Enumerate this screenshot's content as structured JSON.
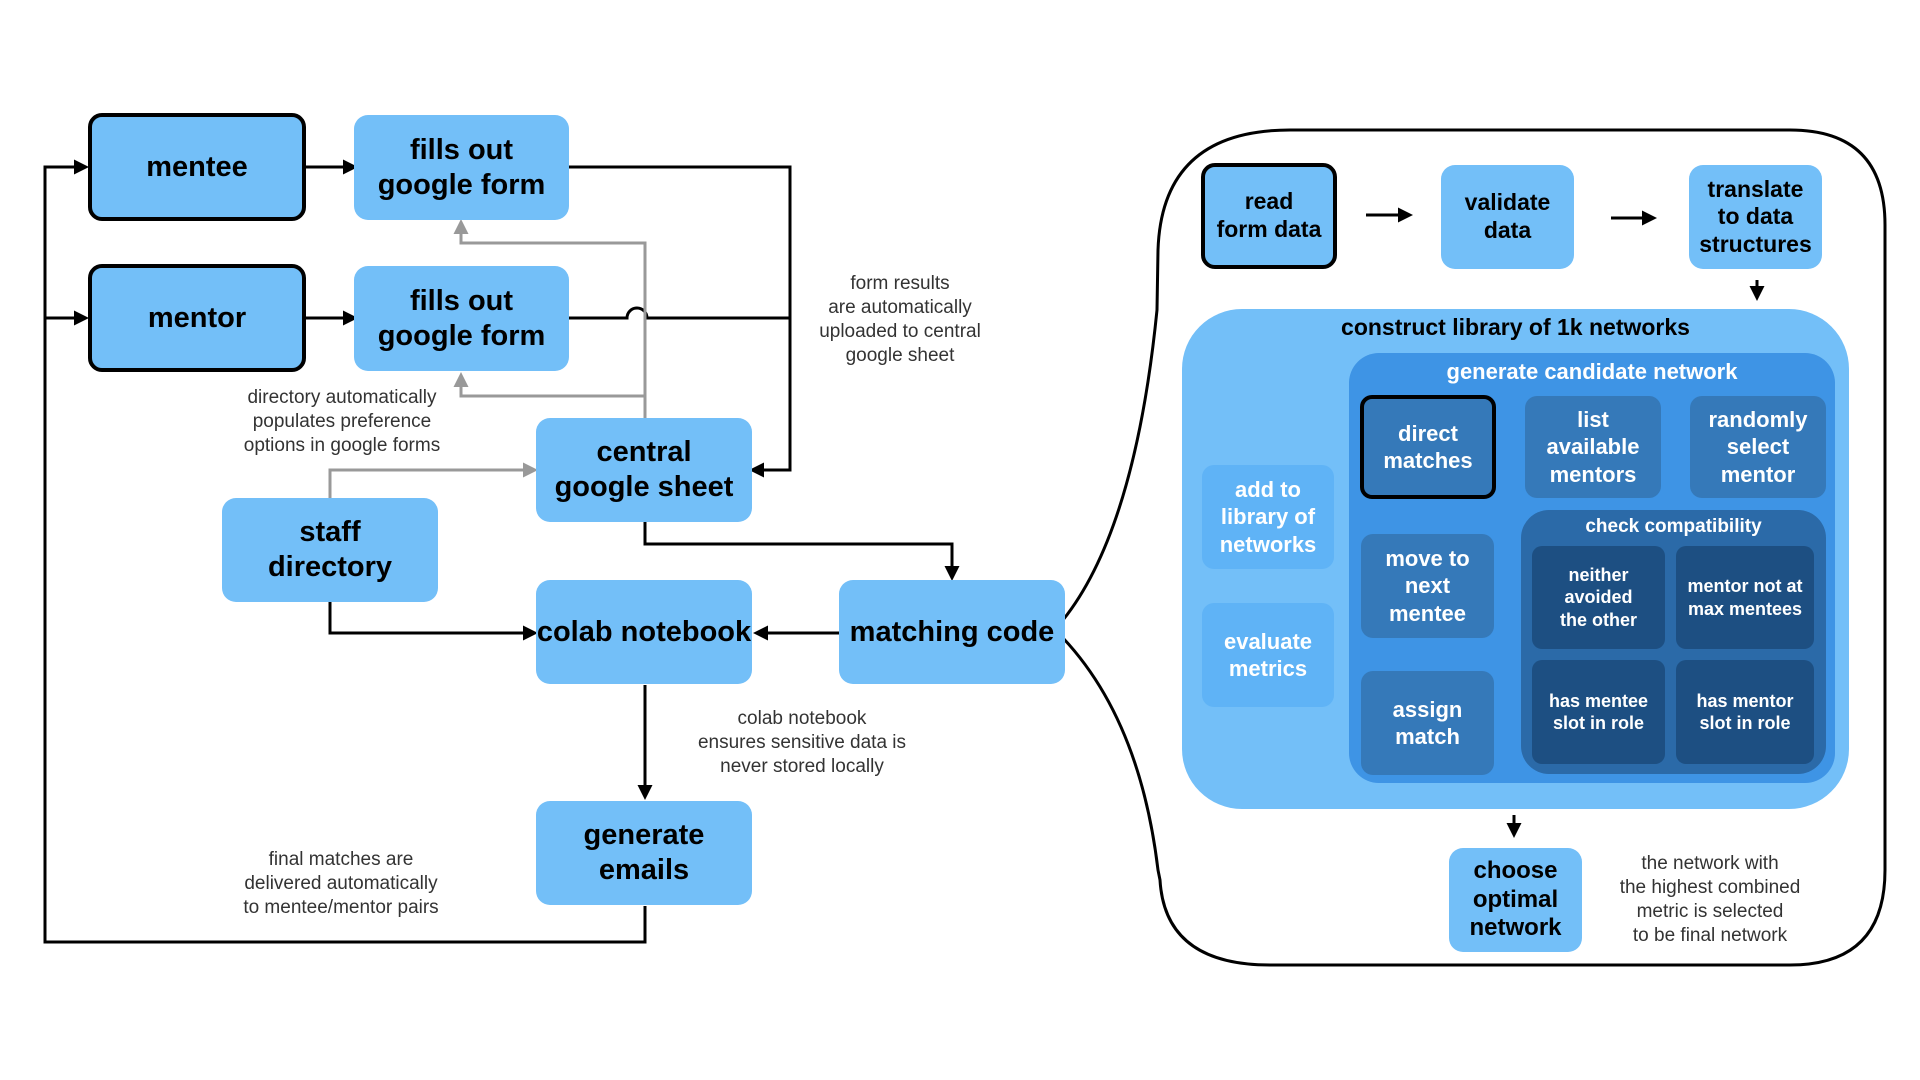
{
  "nodes": {
    "mentee": "mentee",
    "fills_form_mentee": "fills out\ngoogle form",
    "mentor": "mentor",
    "fills_form_mentor": "fills out\ngoogle form",
    "central_sheet": "central\ngoogle sheet",
    "staff_directory": "staff\ndirectory",
    "colab_notebook": "colab notebook",
    "matching_code": "matching code",
    "generate_emails": "generate\nemails"
  },
  "notes": {
    "form_results": "form results\nare automatically\nuploaded to central\ngoogle sheet",
    "directory_populates": "directory automatically\npopulates preference\noptions in google forms",
    "colab_sensitive": "colab notebook\nensures sensitive data is\nnever stored locally",
    "final_matches": "final matches are\ndelivered automatically\nto mentee/mentor pairs",
    "network_selected": "the network with\nthe highest combined\nmetric is selected\nto be final network"
  },
  "algorithm": {
    "read_form_data": "read\nform data",
    "validate_data": "validate\ndata",
    "translate_structures": "translate\nto data\nstructures",
    "library_title": "construct library of 1k networks",
    "candidate_title": "generate candidate network",
    "direct_matches": "direct\nmatches",
    "list_mentors": "list\navailable\nmentors",
    "random_mentor": "randomly\nselect\nmentor",
    "move_next": "move to\nnext\nmentee",
    "assign_match": "assign\nmatch",
    "add_library": "add to\nlibrary of\nnetworks",
    "evaluate_metrics": "evaluate\nmetrics",
    "check_title": "check compatibility",
    "neither_avoided": "neither\navoided\nthe other",
    "mentor_not_max": "mentor not at\nmax mentees",
    "mentee_slot": "has mentee\nslot in role",
    "mentor_slot": "has mentor\nslot in role",
    "choose_network": "choose\noptimal\nnetwork"
  },
  "colors": {
    "box_light": "#73bff8",
    "box_sky": "#5fb3f6",
    "box_mid": "#3579b9",
    "box_deep": "#1d4f82",
    "zone_library": "#73bff8",
    "zone_candidate": "#3e94e5",
    "zone_check": "#2b6aa8",
    "arrow_black": "#000000",
    "arrow_gray": "#999999"
  }
}
